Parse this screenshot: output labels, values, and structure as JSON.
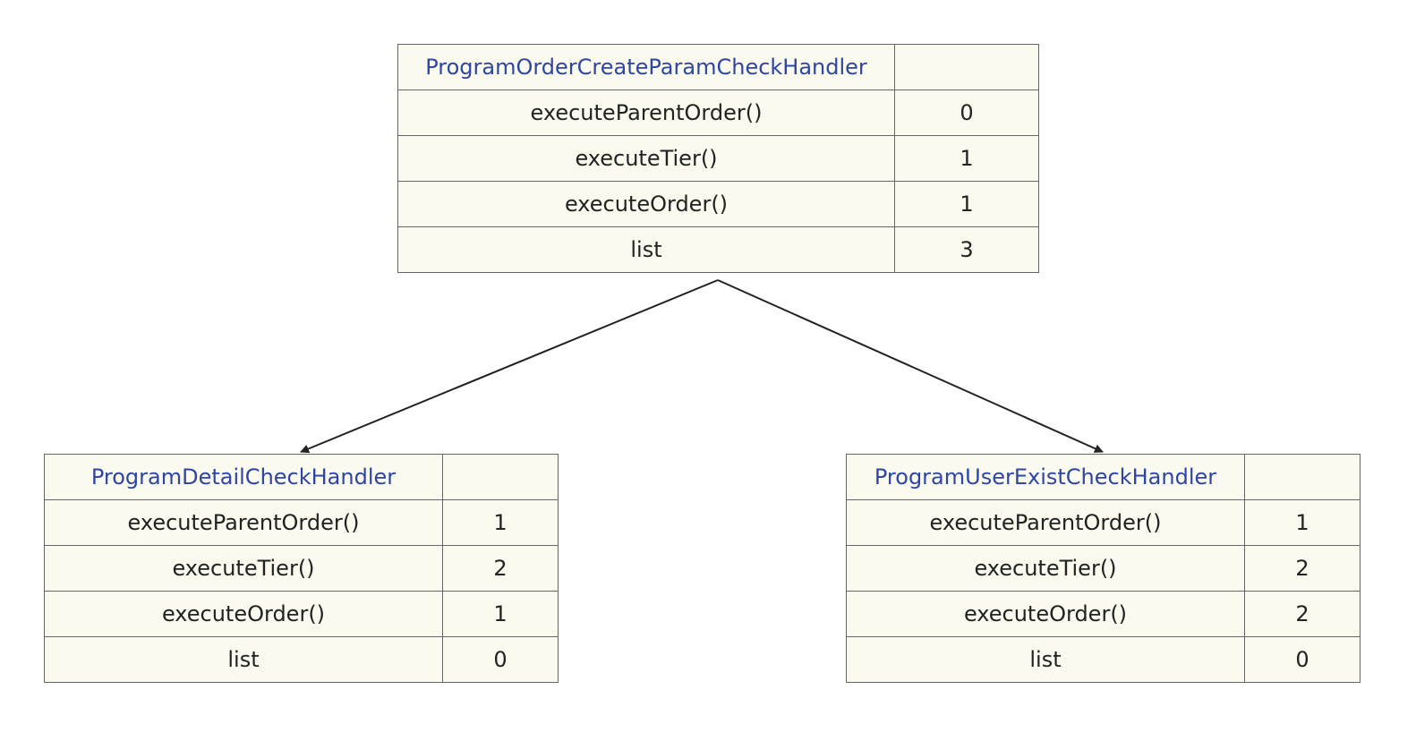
{
  "nodes": {
    "root": {
      "title": "ProgramOrderCreateParamCheckHandler",
      "rows": [
        {
          "label": "executeParentOrder()",
          "value": "0"
        },
        {
          "label": "executeTier()",
          "value": "1"
        },
        {
          "label": "executeOrder()",
          "value": "1"
        },
        {
          "label": "list",
          "value": "3"
        }
      ]
    },
    "left": {
      "title": "ProgramDetailCheckHandler",
      "rows": [
        {
          "label": "executeParentOrder()",
          "value": "1"
        },
        {
          "label": "executeTier()",
          "value": "2"
        },
        {
          "label": "executeOrder()",
          "value": "1"
        },
        {
          "label": "list",
          "value": "0"
        }
      ]
    },
    "right": {
      "title": "ProgramUserExistCheckHandler",
      "rows": [
        {
          "label": "executeParentOrder()",
          "value": "1"
        },
        {
          "label": "executeTier()",
          "value": "2"
        },
        {
          "label": "executeOrder()",
          "value": "2"
        },
        {
          "label": "list",
          "value": "0"
        }
      ]
    }
  },
  "edges": [
    {
      "from": "root",
      "to": "left"
    },
    {
      "from": "root",
      "to": "right"
    }
  ],
  "colors": {
    "node_fill": "#fafaee",
    "node_border": "#666666",
    "title_text": "#2f45a3",
    "edge": "#222222"
  }
}
